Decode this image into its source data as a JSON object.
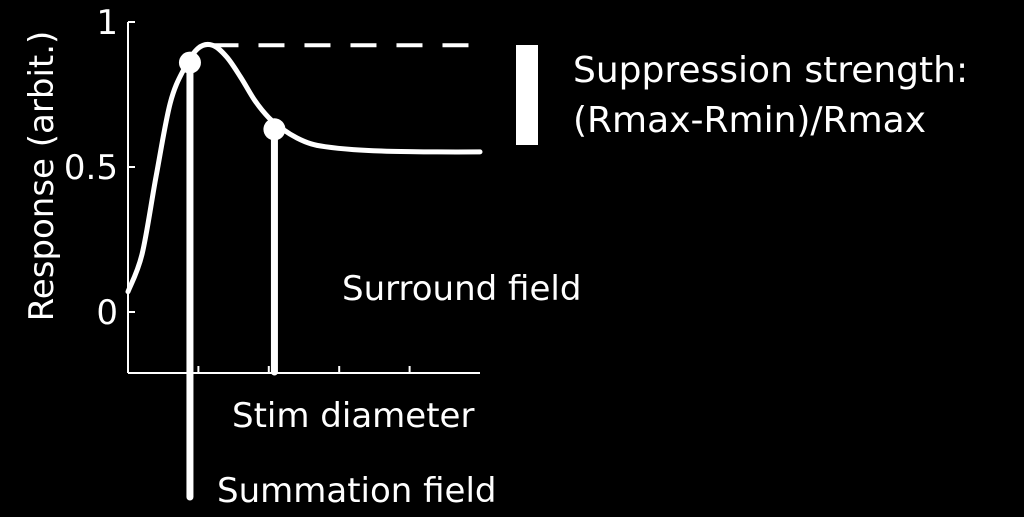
{
  "chart_data": {
    "type": "line",
    "title": "",
    "xlabel": "Stim diameter",
    "ylabel": "Response (arbit.)",
    "yticks": [
      {
        "value": 0,
        "label": "0"
      },
      {
        "value": 0.5,
        "label": "0.5"
      },
      {
        "value": 1,
        "label": "1"
      }
    ],
    "xticks": [
      0.25,
      0.5,
      0.75,
      1.0
    ],
    "xlim": [
      0,
      1.25
    ],
    "ylim": [
      -0.2,
      1.05
    ],
    "grid": false,
    "colors": {
      "background": "#000000",
      "foreground": "#ffffff"
    },
    "series": [
      {
        "x": [
          0.0,
          0.05,
          0.1,
          0.15,
          0.2,
          0.25,
          0.3,
          0.35,
          0.4,
          0.45,
          0.5,
          0.55,
          0.6,
          0.65,
          0.7,
          0.8,
          0.9,
          1.0,
          1.1,
          1.25
        ],
        "y": [
          0.07,
          0.2,
          0.47,
          0.72,
          0.84,
          0.91,
          0.92,
          0.88,
          0.81,
          0.73,
          0.67,
          0.63,
          0.6,
          0.58,
          0.57,
          0.56,
          0.555,
          0.553,
          0.552,
          0.552
        ]
      }
    ],
    "markers": [
      {
        "name": "summation",
        "x": 0.22,
        "y": 0.86
      },
      {
        "name": "surround",
        "x": 0.52,
        "y": 0.63
      }
    ],
    "rmax": 0.92,
    "rmin": 0.55
  },
  "annotations": {
    "suppression_line1": "Suppression strength:",
    "suppression_line2": "(Rmax-Rmin)/Rmax",
    "surround_field": "Surround field",
    "summation_field": "Summation field"
  }
}
